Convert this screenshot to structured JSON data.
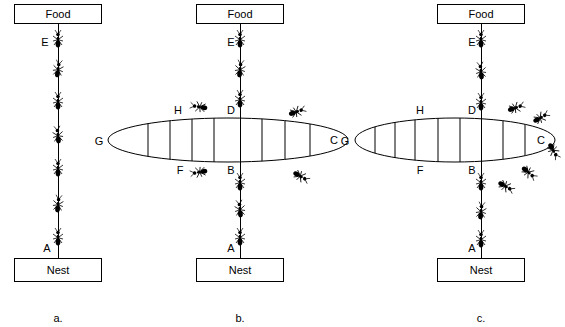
{
  "diagram": {
    "nodes": [
      {
        "text": [
          "Food"
        ]
      },
      {
        "text": [
          "Food"
        ]
      },
      {
        "text": [
          "Food"
        ]
      },
      {
        "text": [
          "Nest"
        ]
      },
      {
        "text": [
          "Nest"
        ]
      },
      {
        "text": [
          "Nest"
        ]
      }
    ],
    "edges": [
      {
        "from": 3,
        "to": 0,
        "arrow": "none"
      },
      {
        "from": 4,
        "to": 1,
        "arrow": "none"
      },
      {
        "from": 5,
        "to": 2,
        "arrow": "none"
      }
    ],
    "labels": [
      "E",
      "A",
      "E",
      "H",
      "D",
      "G",
      "C",
      "F",
      "B",
      "A",
      "E",
      "H",
      "D",
      "G",
      "C",
      "F",
      "B",
      "A",
      "a.",
      "b.",
      "c."
    ]
  }
}
